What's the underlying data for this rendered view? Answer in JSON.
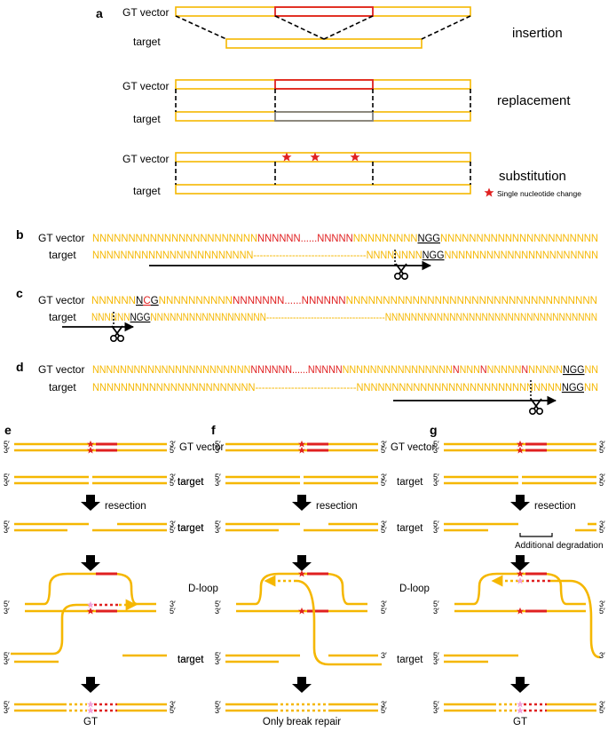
{
  "colors": {
    "yellow": "#f5b700",
    "red": "#e02020",
    "pink": "#f0a0d8",
    "gray": "#808080"
  },
  "panel_a": {
    "letter": "a",
    "gt_vector_label": "GT vector",
    "target_label": "target",
    "rows": [
      {
        "name": "insertion"
      },
      {
        "name": "replacement"
      },
      {
        "name": "substitution"
      }
    ],
    "legend_text": "Single nucleotide change"
  },
  "panel_b": {
    "letter": "b",
    "gt_vector_label": "GT vector",
    "target_label": "target",
    "vector_seq": {
      "left": "NNNNNNNNNNNNNNNNNNNNNNN",
      "red": "NNNNNN......NNNNN",
      "mid": "NNNNNNNNN",
      "pam": "NGG",
      "right": "NNNNNNNNNNNNNNNNNNNNNN"
    },
    "target_seq": {
      "left": "NNNNNNNNNNNNNNNNNNNNNNN",
      "dashes": "-----------------------------------",
      "mid": "NNNNNNNN",
      "pam": "NGG",
      "right": "NNNNNNNNNNNNNNNNNNNNNN"
    }
  },
  "panel_c": {
    "letter": "c",
    "gt_vector_label": "GT vector",
    "target_label": "target",
    "vector_seq": {
      "left": "NNNNNN",
      "pam_n": "N",
      "pam_c": "C",
      "pam_g": "G",
      "mid": "NNNNNNNNNN",
      "red": "NNNNNNN......NNNNNN",
      "right": "NNNNNNNNNNNNNNNNNNNNNNNNNNNNNNNNNN"
    },
    "target_seq": {
      "left": "NNNNNN",
      "pam": "NGG",
      "mid": "NNNNNNNNNNNNNNNNNN",
      "dashes": "----------------------------------------",
      "right": "NNNNNNNNNNNNNNNNNNNNNNNNNNNNNNNNN"
    }
  },
  "panel_d": {
    "letter": "d",
    "gt_vector_label": "GT vector",
    "target_label": "target",
    "vector_seq": {
      "a": "NNNNNNNNNNNNNNNNNNNNNNN",
      "b": "NNNNNN......NNNNN",
      "c": "NNNNNNNNNNNNNNNN",
      "m1": "N",
      "d": "NNN",
      "m2": "N",
      "e": "NNNNN",
      "m3": "N",
      "f": "NNNNN",
      "pam": "NGG",
      "g": "NN"
    },
    "target_seq": {
      "left": "NNNNNNNNNNNNNNNNNNNNNNN",
      "dashes": "-------------------------------",
      "right": "NNNNNNNNNNNNNNNNNNNNNNNNNNNNN",
      "pam": "NGG",
      "tail": "NN"
    }
  },
  "panels_efg": [
    {
      "letter": "e",
      "gt_vector_label": "GT vector",
      "target_label": "target",
      "resection_label": "resection",
      "dloop_label": "D-loop",
      "result_label": "GT"
    },
    {
      "letter": "f",
      "gt_vector_label": "GT vector",
      "target_label": "target",
      "resection_label": "resection",
      "dloop_label": "D-loop",
      "result_label": "Only break repair"
    },
    {
      "letter": "g",
      "gt_vector_label": "GT vector",
      "target_label": "target",
      "resection_label": "resection",
      "degradation_label": "Additional degradation",
      "result_label": "GT"
    }
  ],
  "strand_ends": {
    "five": "5′",
    "three": "3′"
  }
}
